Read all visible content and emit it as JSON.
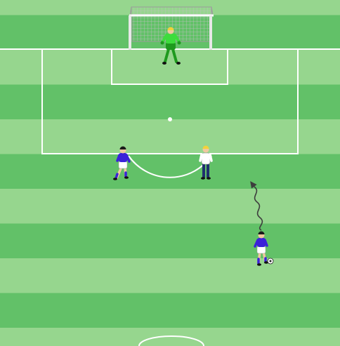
{
  "colors": {
    "grass_dark": "#62c168",
    "grass_light": "#96d68e",
    "line": "#ffffff",
    "net": "#ffffff",
    "keeper": "#3ddc3d",
    "attacker_shirt": "#3b22d8",
    "attacker_shorts": "#ffffff",
    "defender_shirt": "#ffffff",
    "defender_trousers": "#1f2f6e",
    "skin": "#f0c8a0",
    "hair_dark": "#1a1a1a",
    "hair_blond": "#f2d23a",
    "dribble_path": "#3d3d3d",
    "ball": "#ffffff"
  },
  "icons": {
    "goal": "goal-net-icon",
    "ball": "soccer-ball-icon",
    "dribble": "dribble-arrow-icon"
  },
  "players": [
    {
      "role": "goalkeeper",
      "team": "keeper"
    },
    {
      "role": "attacker",
      "team": "attack"
    },
    {
      "role": "defender",
      "team": "defence"
    },
    {
      "role": "attacker-with-ball",
      "team": "attack"
    }
  ],
  "drill": {
    "dribble": true,
    "ball_at_feet": "attacker-with-ball"
  }
}
